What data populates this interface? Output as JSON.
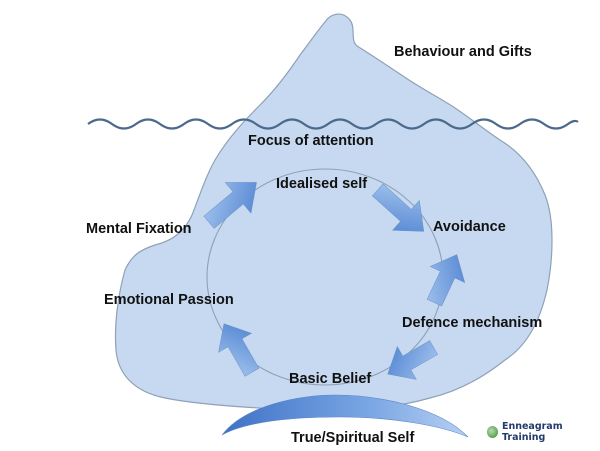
{
  "diagram": {
    "title": "Enneagram iceberg model",
    "colors": {
      "iceberg_fill": "#c6d9f0",
      "iceberg_stroke": "#8ea1b7",
      "water_line": "#4a6a8c",
      "arrow_light": "#9cc0ec",
      "arrow_dark": "#4a7fd0",
      "text": "#111111",
      "brand_text": "#243a6b"
    },
    "labels": {
      "behaviour": "Behaviour and Gifts",
      "focus": "Focus of attention",
      "idealised": "Idealised self",
      "avoidance": "Avoidance",
      "mental_fixation": "Mental Fixation",
      "emotional_passion": "Emotional Passion",
      "defence": "Defence mechanism",
      "basic_belief": "Basic Belief",
      "true_self": "True/Spiritual Self"
    },
    "cycle_order": [
      "Idealised self",
      "Avoidance",
      "Defence mechanism",
      "Basic Belief",
      "Emotional Passion",
      "Mental Fixation"
    ],
    "arrows": [
      {
        "name": "arrow-mental-to-idealised",
        "direction": "up-right"
      },
      {
        "name": "arrow-idealised-to-avoidance",
        "direction": "down-right"
      },
      {
        "name": "arrow-defence-to-avoidance",
        "direction": "up"
      },
      {
        "name": "arrow-defence-to-basic",
        "direction": "down-left"
      },
      {
        "name": "arrow-basic-to-emotional",
        "direction": "up-left"
      }
    ],
    "brand": {
      "icon": "globe-icon",
      "text": "Enneagram Training"
    }
  }
}
